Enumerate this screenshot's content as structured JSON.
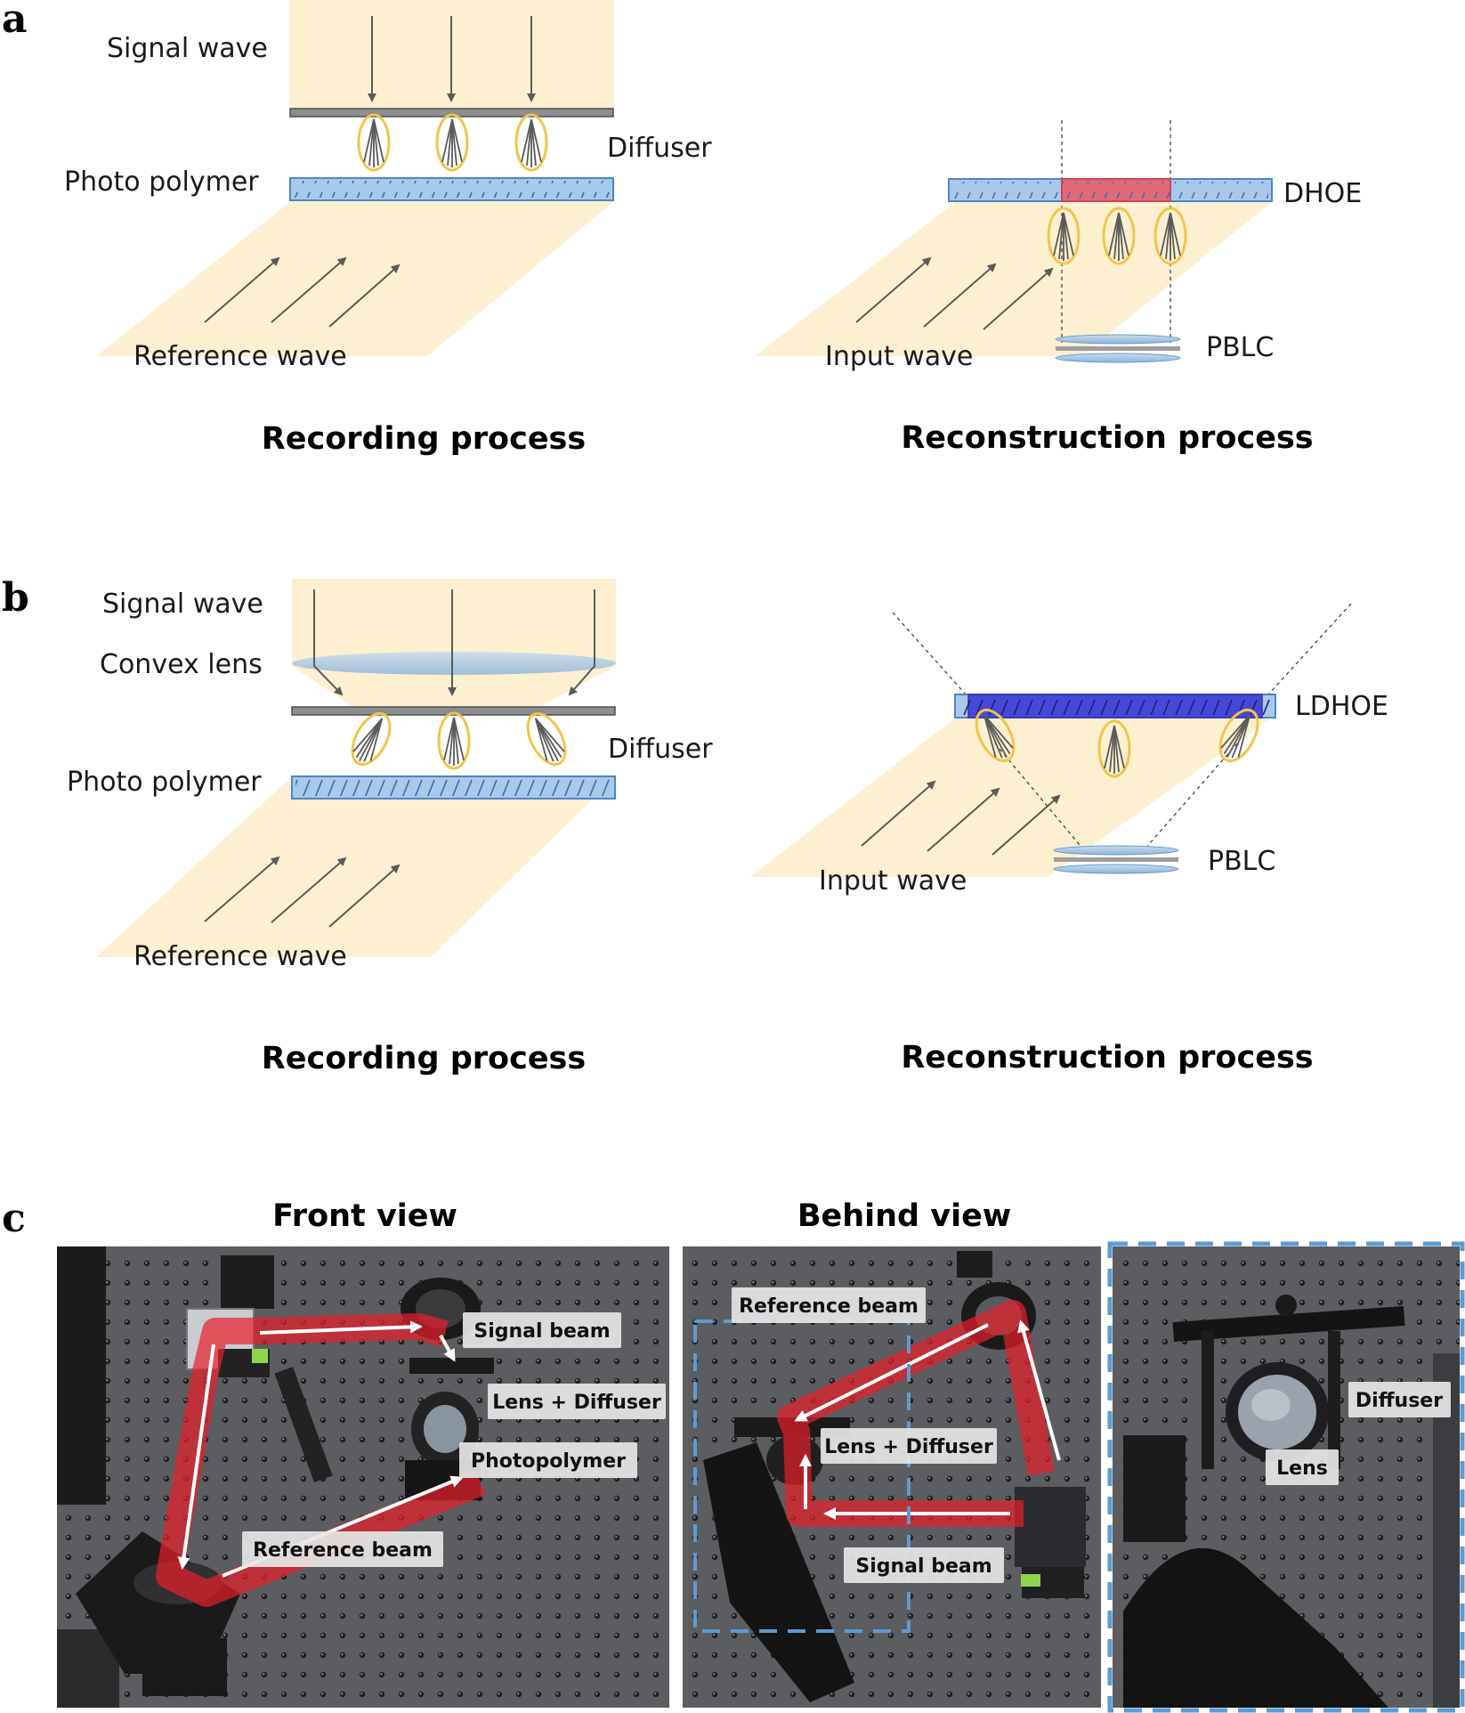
{
  "panels": {
    "a": {
      "letter": "a",
      "recording": {
        "title": "Recording process",
        "signal_wave": "Signal wave",
        "diffuser": "Diffuser",
        "photo_polymer": "Photo polymer",
        "reference_wave": "Reference wave"
      },
      "reconstruction": {
        "title": "Reconstruction process",
        "element": "DHOE",
        "pblc": "PBLC",
        "input_wave": "Input wave"
      }
    },
    "b": {
      "letter": "b",
      "recording": {
        "title": "Recording process",
        "signal_wave": "Signal wave",
        "convex_lens": "Convex lens",
        "diffuser": "Diffuser",
        "photo_polymer": "Photo polymer",
        "reference_wave": "Reference wave"
      },
      "reconstruction": {
        "title": "Reconstruction process",
        "element": "LDHOE",
        "pblc": "PBLC",
        "input_wave": "Input wave"
      }
    },
    "c": {
      "letter": "c",
      "front_view": {
        "title": "Front view",
        "signal_beam": "Signal beam",
        "lens_diffuser": "Lens + Diffuser",
        "photopolymer": "Photopolymer",
        "reference_beam": "Reference beam"
      },
      "behind_view": {
        "title": "Behind view",
        "reference_beam": "Reference beam",
        "lens_diffuser": "Lens + Diffuser",
        "signal_beam": "Signal beam"
      },
      "detail": {
        "diffuser": "Diffuser",
        "lens": "Lens"
      }
    }
  },
  "colors": {
    "beam_fill": "#fdf0d0",
    "polymer_blue": "#a9c9ea",
    "polymer_edge": "#4a86c8",
    "dhoe_red": "#e06a78",
    "ldhoe_blue": "#4848d8",
    "diffuser_ellipse": "#f2c44a",
    "arrow_gray": "#5a5a5a",
    "table_gray": "#5f6063",
    "laser_red": "#e8202a",
    "dashed_blue": "#5b9bd5"
  }
}
